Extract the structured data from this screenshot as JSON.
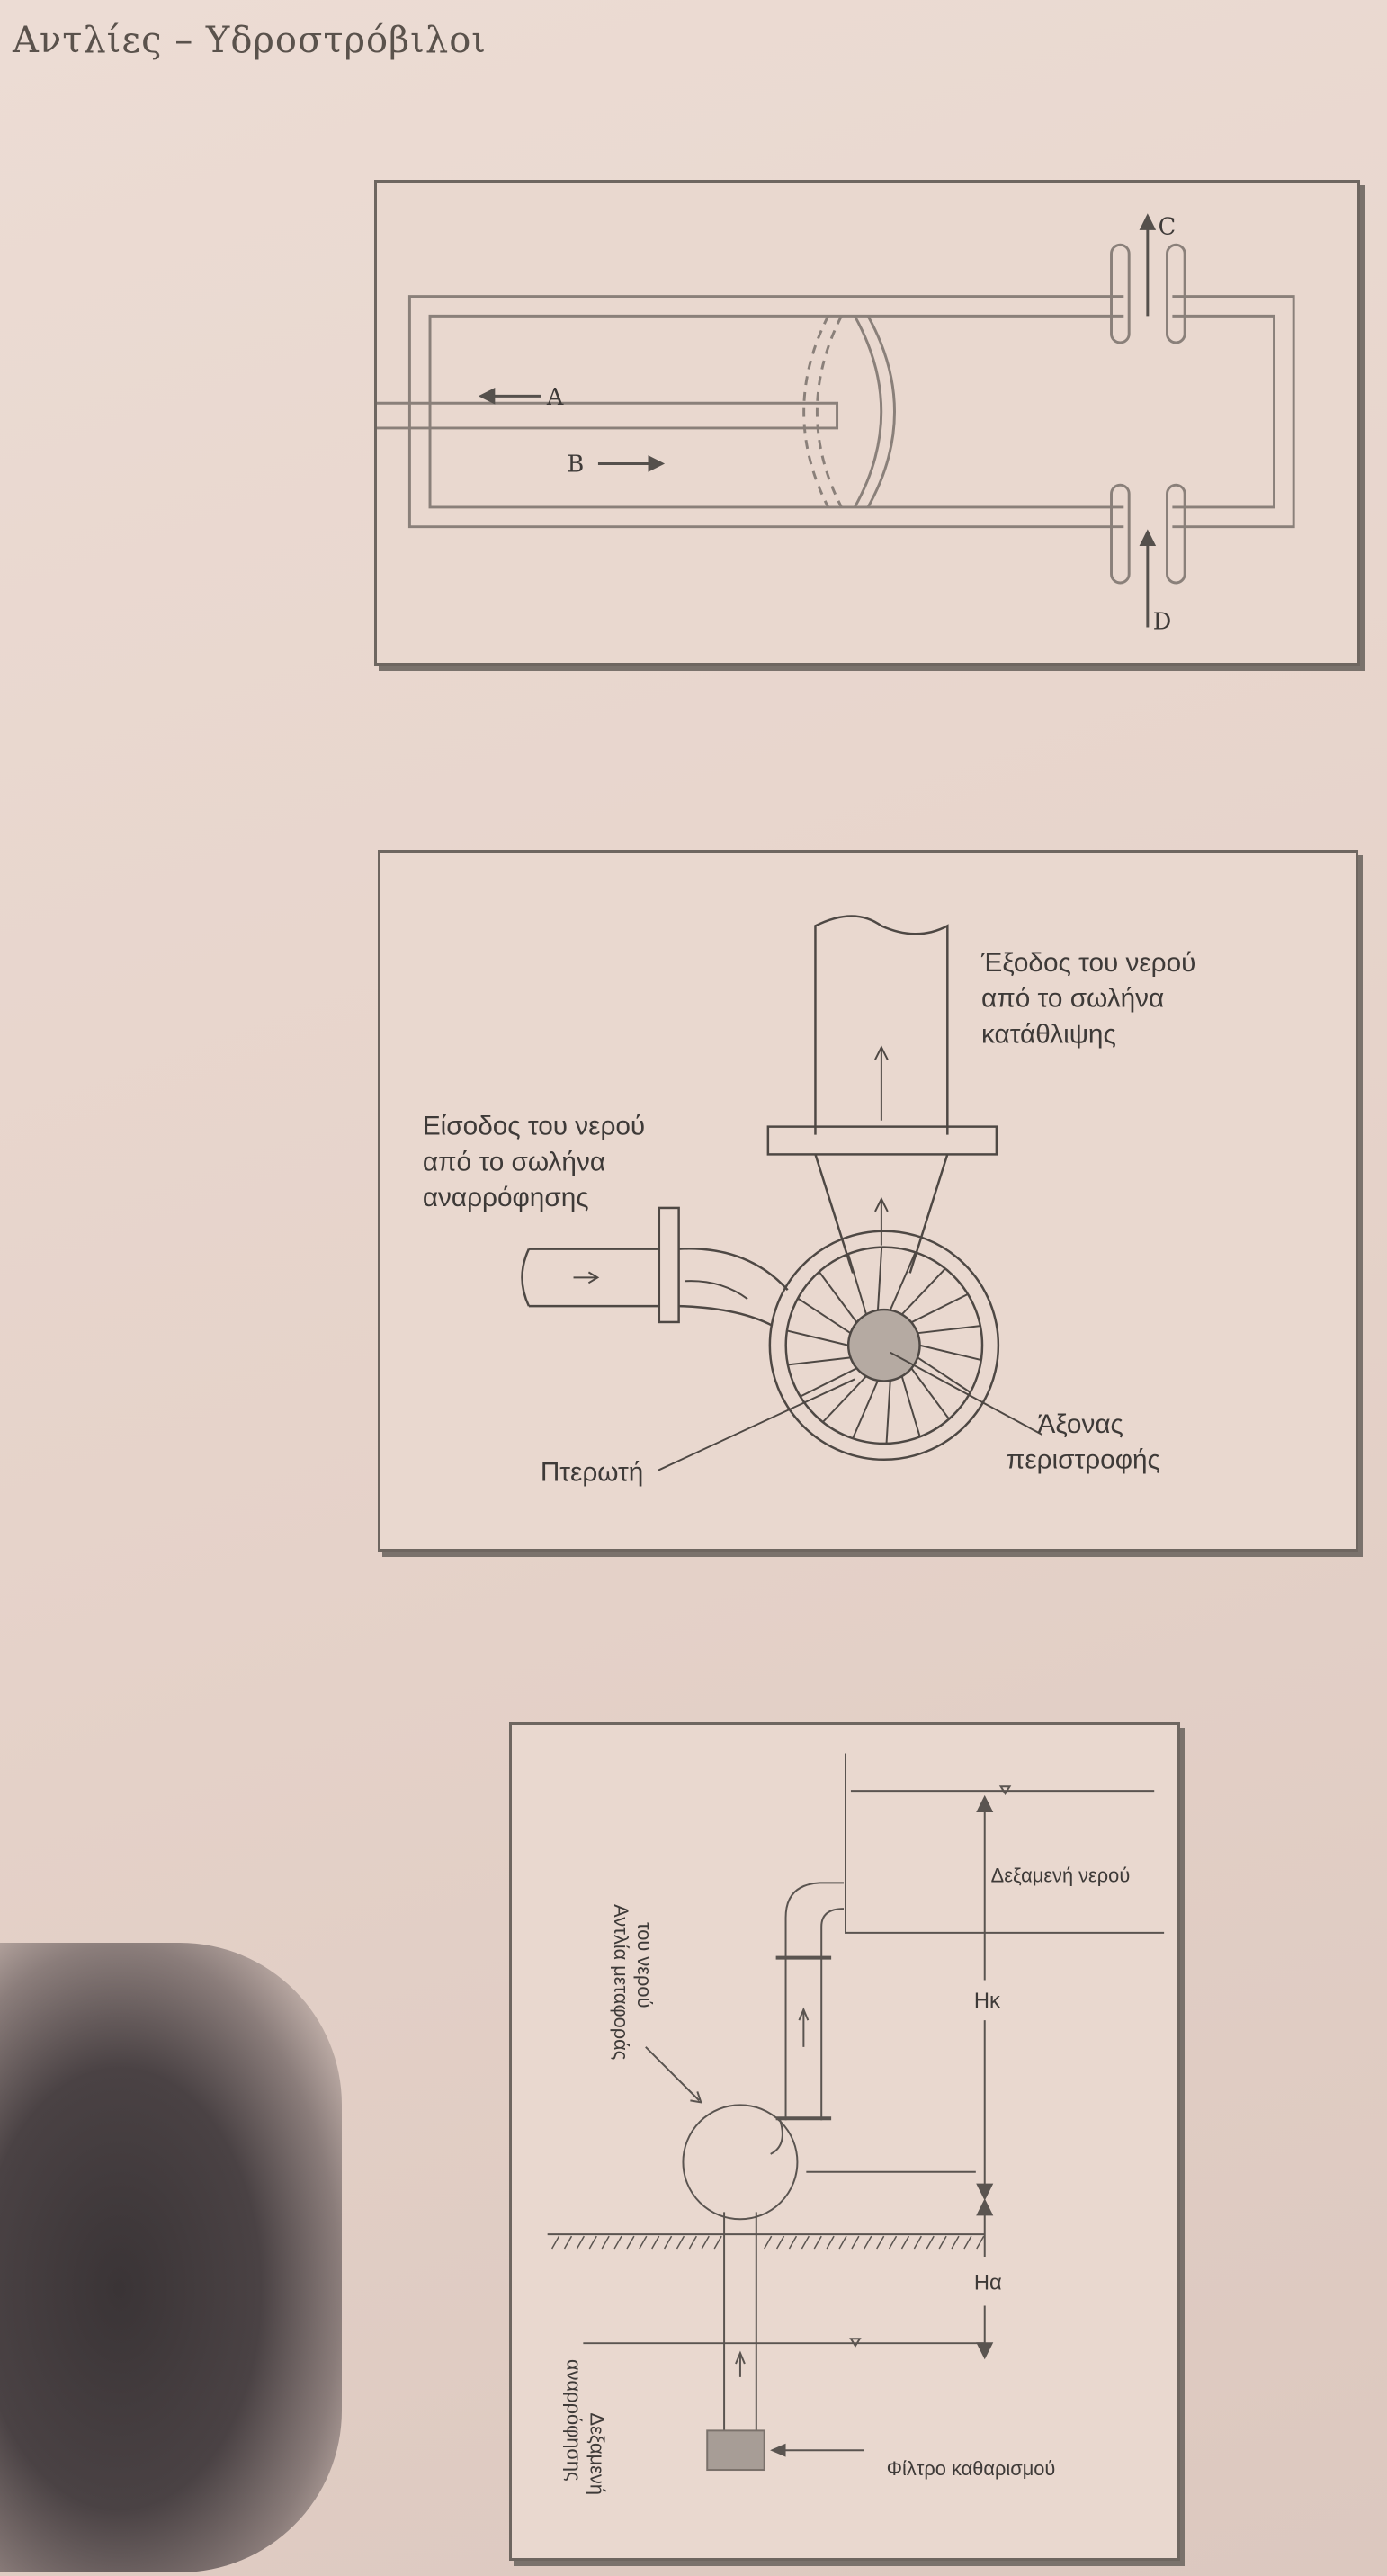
{
  "header": {
    "title": "Αντλίες – Υδροστρόβιλοι"
  },
  "figure1": {
    "labels": {
      "a": "A",
      "b": "B",
      "c": "C",
      "d": "D"
    }
  },
  "figure2": {
    "outlet": [
      "Έξοδος του νερού",
      "από το σωλήνα",
      "κατάθλιψης"
    ],
    "inlet": [
      "Είσοδος του νερού",
      "από το σωλήνα",
      "αναρρόφησης"
    ],
    "impeller": "Πτερωτή",
    "axis": [
      "Άξονας",
      "περιστροφής"
    ]
  },
  "figure3": {
    "tank": "Δεξαμενή νερού",
    "pump": [
      "Αντλία μεταφοράς",
      "του νερού"
    ],
    "hk": "Hκ",
    "ha": "Hα",
    "suction_tank": [
      "Δεξαμενή",
      "αναρρόφησης"
    ],
    "filter": "Φίλτρο καθαρισμού"
  }
}
